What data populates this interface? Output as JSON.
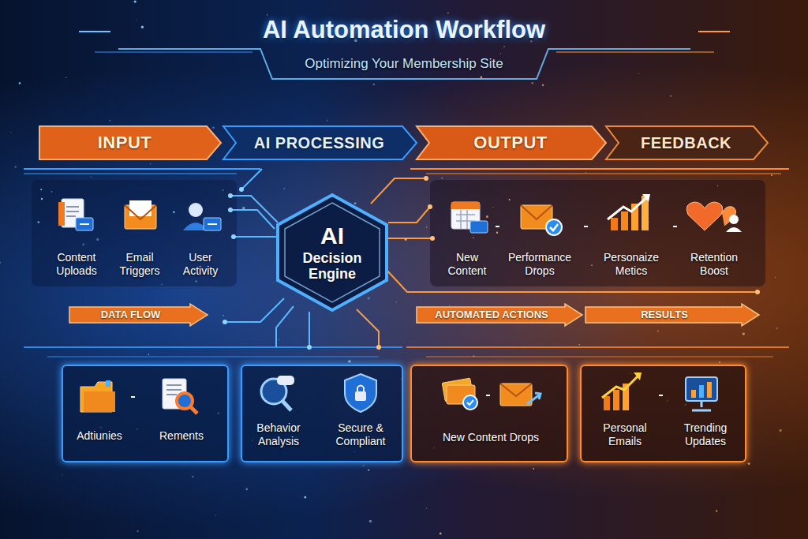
{
  "diagram": {
    "title": "AI Automation Workflow",
    "nodes": [
      {
        "text": [
          "INPUT"
        ]
      },
      {
        "text": [
          "AI PROCESSING"
        ]
      },
      {
        "text": [
          "OUTPUT"
        ]
      },
      {
        "text": [
          "FEEDBACK"
        ]
      },
      {
        "text": [
          "AI",
          "Decision Engine"
        ]
      },
      {
        "text": [
          "DATA FLOW"
        ]
      },
      {
        "text": [
          "AUTOMATED ACTIONS"
        ]
      },
      {
        "text": [
          "RESULTS"
        ]
      },
      {
        "text": [
          "Adtiunies",
          "Rements"
        ]
      },
      {
        "text": [
          "Behavior Analysis",
          "Secure & Compliant"
        ]
      },
      {
        "text": [
          "New Content Drops"
        ]
      },
      {
        "text": [
          "Personal Emails",
          "Trending Updates"
        ]
      }
    ],
    "labels": [
      "Optimizing Your Membership Site",
      "Content Uploads",
      "Email Triggers",
      "User Activity",
      "New Content",
      "Performance Drops",
      "Personaize Metics",
      "Retention Boost"
    ]
  }
}
